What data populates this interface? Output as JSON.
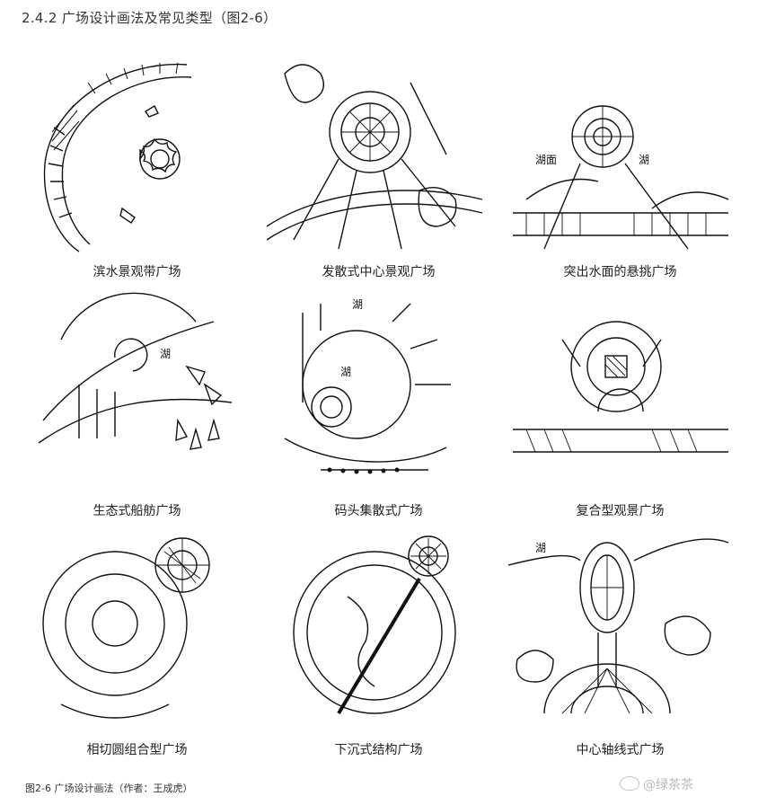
{
  "section_title": "2.4.2 广场设计画法及常见类型（图2-6）",
  "plazas": [
    {
      "caption": "滨水景观带广场"
    },
    {
      "caption": "发散式中心景观广场"
    },
    {
      "caption": "突出水面的悬挑广场",
      "sketch_labels": [
        "湖面",
        "湖"
      ]
    },
    {
      "caption": "生态式船舫广场",
      "sketch_labels": [
        "湖"
      ]
    },
    {
      "caption": "码头集散式广场",
      "sketch_labels": [
        "湖",
        "湖"
      ]
    },
    {
      "caption": "复合型观景广场"
    },
    {
      "caption": "相切圆组合型广场"
    },
    {
      "caption": "下沉式结构广场"
    },
    {
      "caption": "中心轴线式广场",
      "sketch_labels": [
        "湖"
      ]
    }
  ],
  "figure_caption": "图2-6 广场设计画法（作者：王成虎）",
  "watermark": "@绿茶茶",
  "icons": {
    "watermark": "weibo-icon"
  }
}
